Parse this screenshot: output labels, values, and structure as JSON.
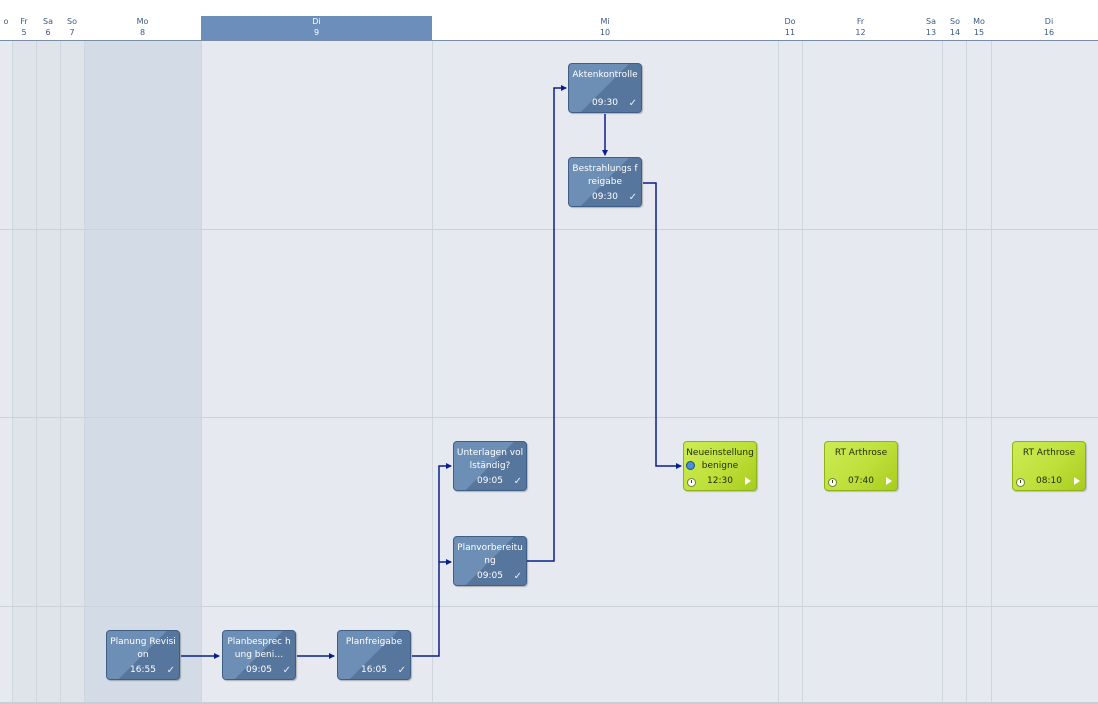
{
  "timeline": {
    "days": [
      {
        "name": "o",
        "date": "",
        "weekend": false,
        "selected": false
      },
      {
        "name": "Fr",
        "date": "5",
        "weekend": true,
        "selected": false
      },
      {
        "name": "Sa",
        "date": "6",
        "weekend": true,
        "selected": false
      },
      {
        "name": "So",
        "date": "7",
        "weekend": true,
        "selected": false
      },
      {
        "name": "Mo",
        "date": "8",
        "weekend": false,
        "selected": true
      },
      {
        "name": "Di",
        "date": "9",
        "weekend": false,
        "selected": true
      },
      {
        "name": "Mi",
        "date": "10",
        "weekend": false,
        "selected": false
      },
      {
        "name": "Do",
        "date": "11",
        "weekend": false,
        "selected": false
      },
      {
        "name": "Fr",
        "date": "12",
        "weekend": false,
        "selected": false
      },
      {
        "name": "Sa",
        "date": "13",
        "weekend": false,
        "selected": false
      },
      {
        "name": "So",
        "date": "14",
        "weekend": false,
        "selected": false
      },
      {
        "name": "Mo",
        "date": "15",
        "weekend": false,
        "selected": false
      },
      {
        "name": "Di",
        "date": "16",
        "weekend": false,
        "selected": false
      }
    ]
  },
  "tasks": [
    {
      "id": "planung_revision",
      "title": "Planung Revision",
      "time": "16:55",
      "style": "blue",
      "marker": "check"
    },
    {
      "id": "planbesprechung",
      "title": "Planbesprec hung beni…",
      "time": "09:05",
      "style": "blue",
      "marker": "check"
    },
    {
      "id": "planfreigabe",
      "title": "Planfreigabe",
      "time": "16:05",
      "style": "blue",
      "marker": "check"
    },
    {
      "id": "unterlagen",
      "title": "Unterlagen vollständig?",
      "time": "09:05",
      "style": "blue",
      "marker": "check"
    },
    {
      "id": "planvorbereitung",
      "title": "Planvorbereitung",
      "time": "09:05",
      "style": "blue",
      "marker": "check"
    },
    {
      "id": "aktenkontrolle",
      "title": "Aktenkontrolle",
      "time": "09:30",
      "style": "blue",
      "marker": "check"
    },
    {
      "id": "bestrahlungsfreigabe",
      "title": "Bestrahlungs freigabe",
      "time": "09:30",
      "style": "blue",
      "marker": "check"
    },
    {
      "id": "neueinstellung",
      "title": "Neueinstellung benigne",
      "time": "12:30",
      "style": "green",
      "marker": "play"
    },
    {
      "id": "rt_arthrose_1",
      "title": "RT Arthrose",
      "time": "07:40",
      "style": "green",
      "marker": "play"
    },
    {
      "id": "rt_arthrose_2",
      "title": "RT Arthrose",
      "time": "08:10",
      "style": "green",
      "marker": "play"
    }
  ],
  "dependencies": [
    {
      "from": "planung_revision",
      "to": "planbesprechung"
    },
    {
      "from": "planbesprechung",
      "to": "planfreigabe"
    },
    {
      "from": "planfreigabe",
      "to": "unterlagen"
    },
    {
      "from": "planfreigabe",
      "to": "planvorbereitung"
    },
    {
      "from": "planvorbereitung",
      "to": "aktenkontrolle"
    },
    {
      "from": "aktenkontrolle",
      "to": "bestrahlungsfreigabe"
    },
    {
      "from": "bestrahlungsfreigabe",
      "to": "neueinstellung"
    }
  ],
  "colors": {
    "task_blue": "#6d8fb6",
    "task_green": "#bee03a",
    "link": "#0a1f8c",
    "selected_day": "#6b8fba"
  },
  "icons": {
    "done": "check-icon",
    "pending": "play-icon",
    "clock": "clock-icon",
    "pin": "pin-icon"
  }
}
